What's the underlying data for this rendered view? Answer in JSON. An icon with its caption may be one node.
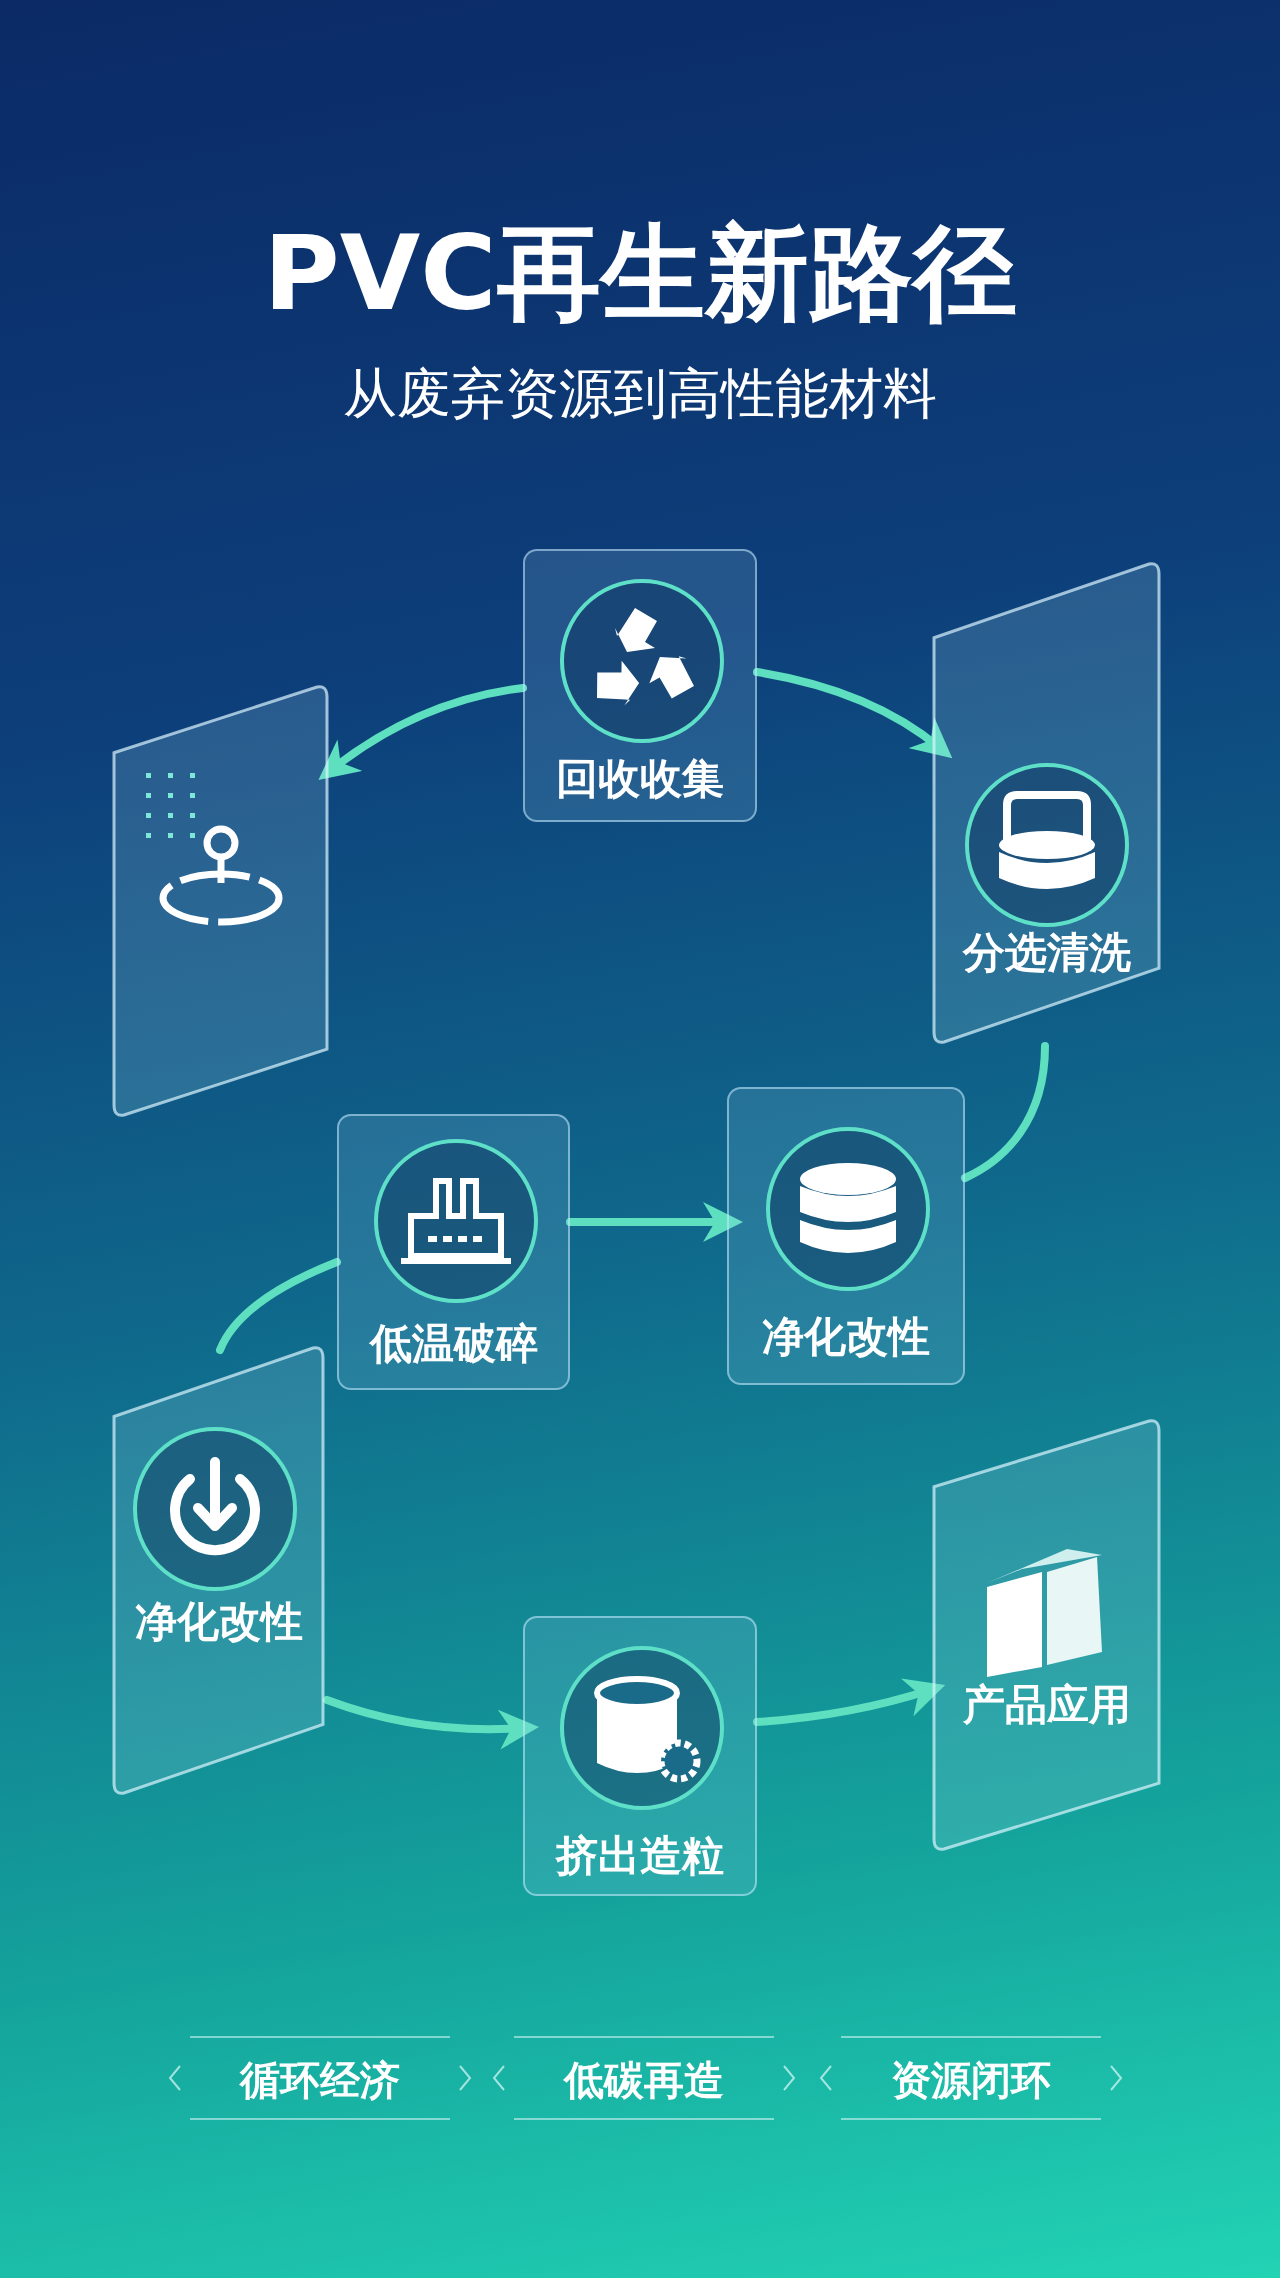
{
  "diagram": {
    "title": "PVC再生新路径",
    "nodes": [
      {
        "text": [
          "回收收集"
        ]
      },
      {
        "text": [
          "分选清洗"
        ]
      },
      {
        "text": [],
        "shape": "box"
      },
      {
        "text": [
          "低温破碎"
        ]
      },
      {
        "text": [
          "净化改性"
        ]
      },
      {
        "text": [
          "净化改性"
        ]
      },
      {
        "text": [
          "挤出造粒"
        ]
      },
      {
        "text": [
          "产品应用"
        ]
      }
    ],
    "edges": [
      {
        "from": 0,
        "to": 2,
        "arrow": "to"
      },
      {
        "from": 0,
        "to": 1,
        "arrow": "to"
      },
      {
        "from": 1,
        "to": 4,
        "arrow": "none"
      },
      {
        "from": 3,
        "to": 4,
        "arrow": "to"
      },
      {
        "from": 3,
        "to": 5,
        "arrow": "none"
      },
      {
        "from": 5,
        "to": 6,
        "arrow": "to"
      },
      {
        "from": 6,
        "to": 7,
        "arrow": "to"
      }
    ],
    "labels": [
      "从废弃资源到高性能材料",
      "循环经济",
      "低碳再造",
      "资源闭环"
    ]
  }
}
